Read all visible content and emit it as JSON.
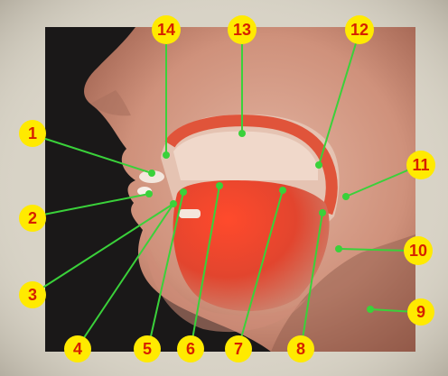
{
  "colors": {
    "frame": "#d8d3c6",
    "panel": "#1a1818",
    "skin": "#d29a84",
    "shadow": "#a8705e",
    "mucosa_band": "#e0543a",
    "tongue": "#ec3b26",
    "leader": "#3ad13a",
    "marker_fill": "#ffea00",
    "marker_text": "#d62000"
  },
  "markers": [
    {
      "id": "1",
      "label": "1"
    },
    {
      "id": "2",
      "label": "2"
    },
    {
      "id": "3",
      "label": "3"
    },
    {
      "id": "4",
      "label": "4"
    },
    {
      "id": "5",
      "label": "5"
    },
    {
      "id": "6",
      "label": "6"
    },
    {
      "id": "7",
      "label": "7"
    },
    {
      "id": "8",
      "label": "8"
    },
    {
      "id": "9",
      "label": "9"
    },
    {
      "id": "10",
      "label": "10"
    },
    {
      "id": "11",
      "label": "11"
    },
    {
      "id": "12",
      "label": "12"
    },
    {
      "id": "13",
      "label": "13"
    },
    {
      "id": "14",
      "label": "14"
    }
  ]
}
